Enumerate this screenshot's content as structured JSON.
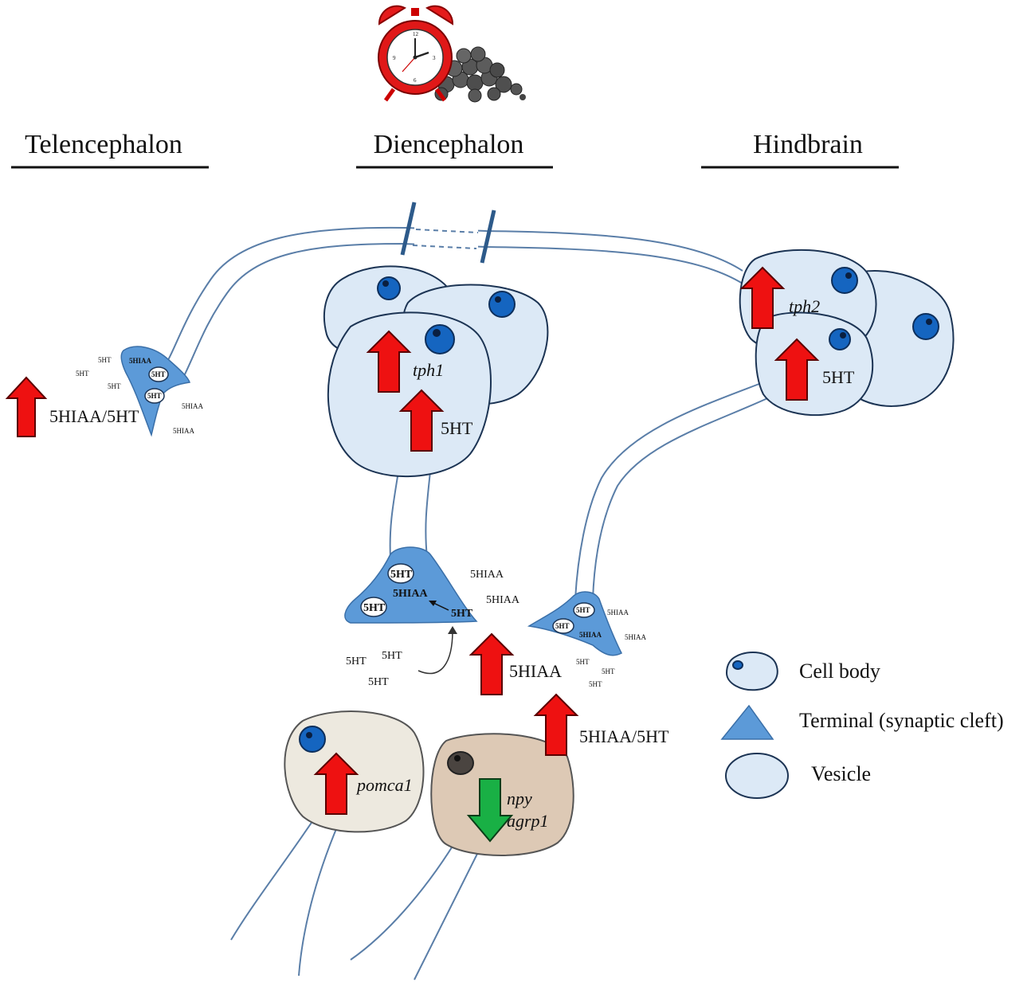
{
  "regions": {
    "telencephalon": "Telencephalon",
    "diencephalon": "Diencephalon",
    "hindbrain": "Hindbrain"
  },
  "labels": {
    "tel_ratio": "5HIAA/5HT",
    "tph1": "tph1",
    "di_5ht": "5HT",
    "tph2": "tph2",
    "hind_5ht": "5HT",
    "di_5hiaa": "5HIAA",
    "di_ratio": "5HIAA/5HT",
    "pomca1": "pomca1",
    "npy": "npy",
    "agrp1": "agrp1",
    "fivehiaa": "5HIAA",
    "fiveht": "5HT"
  },
  "legend": {
    "cell_body": "Cell body",
    "terminal": "Terminal (synaptic cleft)",
    "vesicle": "Vesicle"
  },
  "colors": {
    "increase_arrow": "#ee1111",
    "decrease_arrow": "#19b045",
    "cell_fill": "#dce9f6",
    "terminal_fill": "#5c9ad8",
    "nucleus": "#1565c0"
  },
  "icons": [
    "alarm-clock-icon",
    "feed-pellets-icon"
  ]
}
